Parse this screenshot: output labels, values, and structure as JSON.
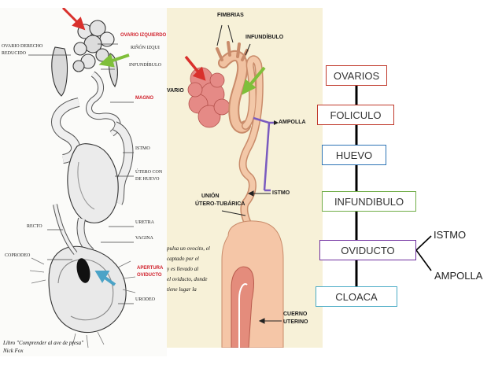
{
  "flow": {
    "boxes": [
      {
        "label": "OVARIOS",
        "color": "#c0392b"
      },
      {
        "label": "FOLICULO",
        "color": "#c0392b"
      },
      {
        "label": "HUEVO",
        "color": "#2e74b5"
      },
      {
        "label": "INFUNDIBULO",
        "color": "#70ad47"
      },
      {
        "label": "OVIDUCTO",
        "color": "#7030a0"
      },
      {
        "label": "CLOACA",
        "color": "#4bacc6"
      }
    ],
    "branches": [
      "ISTMO",
      "AMPOLLA"
    ]
  },
  "left_labels": {
    "ovario_derecho": "OVARIO DERECHO",
    "reducido": "REDUCIDO",
    "ovario_izquierdo": "OVARIO IZQUIERDO",
    "rinon": "RIÑÓN IZQUI",
    "infundibulo": "INFUNDÍBULO",
    "magno": "MAGNO",
    "istmo": "ISTMO",
    "utero_con": "ÚTERO CON",
    "de_huevo": "DE HUEVO",
    "recto": "RECTO",
    "uretra": "URETRA",
    "vagina": "VAGINA",
    "coprodeo": "COPRODEO",
    "apertura": "APERTURA",
    "oviducto": "OVIDUCTO",
    "urodeo": "URODEO"
  },
  "left_caption": {
    "line1": "Libro \"Comprender al ave de presa\"",
    "line2": "Nick Fox"
  },
  "right_labels": {
    "fimbrias": "FIMBRIAS",
    "infundibulo": "INFUNDÍBULO",
    "ovario": "VARIO",
    "ampolla": "AMPOLLA",
    "union1": "UNIÓN",
    "union2": "ÚTERO-TUBÁRICA",
    "istmo": "ISTMO",
    "cuerno1": "CUERNO",
    "cuerno2": "UTERINO"
  },
  "book_text": {
    "line1": "pulsa un ovocito, el",
    "line2": "captado por el",
    "line3": "y es llevado al",
    "line4": "el oviducto, donde",
    "line5": "tiene lugar la"
  },
  "colors": {
    "arrow_red": "#d9302c",
    "arrow_green": "#7fbf3a",
    "arrow_blue": "#4ba3c7",
    "pointer_purple": "#7a5bbf"
  }
}
